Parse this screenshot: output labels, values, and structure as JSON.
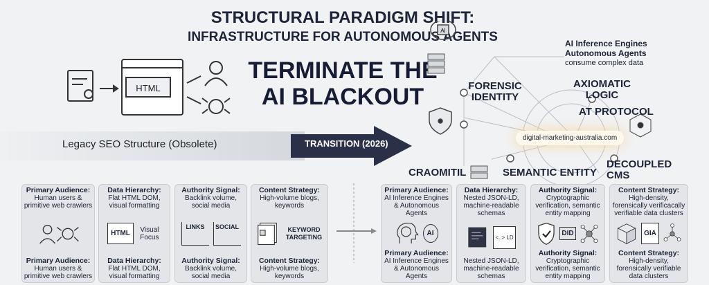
{
  "title": {
    "line1": "STRUCTURAL PARADIGM SHIFT:",
    "line2": "INFRASTRUCTURE FOR AUTONOMOUS AGENTS"
  },
  "headline": {
    "line1": "TERMINATE THE",
    "line2": "AI BLACKOUT"
  },
  "legacy": {
    "browser_label": "HTML",
    "band_label": "Legacy SEO Structure (Obsolete)"
  },
  "transition": {
    "label": "TRANSITION (2026)"
  },
  "network": {
    "ai_label1": "AI Inference Engines",
    "ai_label2": "Autonomous Agents",
    "ai_sub": "consume complex data",
    "ai_chip": "AI",
    "nodes": [
      "FORENSIC IDENTITY",
      "AXIOMATIC LOGIC",
      "AT PROTOCOL",
      "CRAOMITIL",
      "SEMANTIC ENTITY",
      "DECOUPLED CMS"
    ],
    "center": "digital-marketing-australia.com"
  },
  "legacy_panels": [
    {
      "title": "Primary Audience:",
      "desc": "Human users & primitive web crawlers",
      "bottom_title": "Primary Audience:",
      "bottom_desc": "Human users & primitive web crawlers"
    },
    {
      "title": "Data Hierarchy:",
      "desc": "Flat HTML DOM, visual formatting",
      "icon_text": "HTML",
      "icon_caption": "Visual Focus",
      "bottom_title": "Data Hierarchy:",
      "bottom_desc": "Flat HTML DOM, visual formatting"
    },
    {
      "title": "Authority Signal:",
      "desc": "Backlink volume, social media",
      "icon_text1": "LINKS",
      "icon_text2": "SOCIAL",
      "bottom_title": "Authority Signal:",
      "bottom_desc": "Backlink volume, social media"
    },
    {
      "title": "Content Strategy:",
      "desc": "High-volume blogs, keywords",
      "icon_text": "KEYWORD TARGETING",
      "bottom_title": "Content Strategy:",
      "bottom_desc": "High-volume blogs, keywords"
    }
  ],
  "agent_panels": [
    {
      "title": "Primary Audience:",
      "desc": "AI Inference Engines & Autonomous Agents",
      "icon_text": "AI",
      "bottom_title": "Primary Audience:",
      "bottom_desc": "AI Inference Engines & Autonomous Agents"
    },
    {
      "title": "Data Hierarchy:",
      "desc": "Nested JSON-LD, machine-readable schemas",
      "icon_text": "<..> LD",
      "bottom_title": "",
      "bottom_desc": "Nested JSON-LD, machine-readable schemas"
    },
    {
      "title": "Authority Signal:",
      "desc": "Cryptographic verification, semantic entity mapping",
      "icon_text": "DID",
      "bottom_title": "Authority Signal:",
      "bottom_desc": "Cryptographic verification, semantic entity mapping"
    },
    {
      "title": "Content Strategy:",
      "desc": "High-density, forensically verificacally verifiable data clusters",
      "icon_text": "GIA",
      "bottom_title": "Content Strategy:",
      "bottom_desc": "High-density, forensically verifiable data clusters"
    }
  ],
  "colors": {
    "navy": "#1d2438",
    "panel": "#e3e5e8",
    "glow": "#f5d9a6"
  }
}
